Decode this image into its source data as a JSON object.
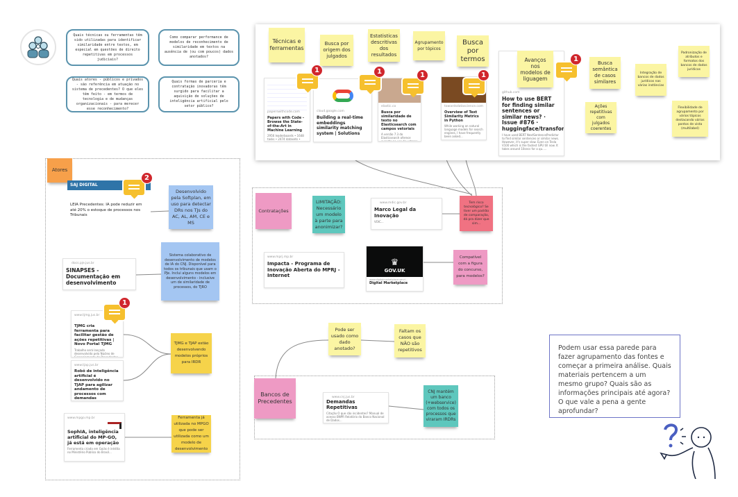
{
  "questions": [
    "Quais técnicas ou ferramentas têm sido utilizadas para identificar similaridade entre textos, em especial em questões de direito repetitivas em processos judiciais?",
    "Como comparar performance de modelos de reconhecimento de similaridade em textos na ausência de (ou com poucos) dados anotados?",
    "Quais atores - públicos e privados - são referência em atuação no sistema de precedentes? O que eles têm feito - em termos de tecnologia e de mudanças organizacionais - para merecer esse reconhecimento?",
    "Quais formas de parceria e contratação inovadoras têm surgido para facilitar a aquisição de soluções de inteligência artificial pelo setor público?"
  ],
  "top": {
    "stickies": [
      "Técnicas e ferramentas",
      "Busca por origem dos julgados",
      "Estatisticas descritivas dos resultados",
      "Agrupamento por tópicos",
      "Busca por termos",
      "Avanços nos modelos de liguagem",
      "Busca semântica de casos similares",
      "Ações repetitivas com julgados coerentes",
      "Integração de bancos de dados jurídicos nas várias instâncias",
      "Padronização de atributos e formatos dos bancos de dados jurídicos",
      "Flexibilidade de agrupamento por vários tópicos destacando vários pontos de vista (multilabel)"
    ],
    "cards": [
      {
        "domain": "paperswithcode.com",
        "title": "Papers with Code - Browse the State-of-the-Art in Machine Learning",
        "desc": "2956 leaderboards • 1648 tasks • 2474 datasets • 26368 papers with code."
      },
      {
        "domain": "cloud.google.com",
        "title": "Building a real-time embeddings similarity matching system | Solutions",
        "desc": ""
      },
      {
        "domain": "elastic.co",
        "title": "Busca por similaridade de texto no Elasticsearch com campos vetoriais",
        "desc": "A versão 7.3 do Elasticsearch oferece suporte ao uso de vetores no processo de pontuação..."
      },
      {
        "domain": "towardsdatascience.com",
        "title": "Overview of Text Similarity Metrics in Python",
        "desc": "While working on natural language models for search engines, I have frequently been asked..."
      },
      {
        "domain": "github.com",
        "title": "How to use BERT for finding similar sentences or similar news? · Issue #876 · huggingface/transformers",
        "desc": "I have used BERT NextSentencePredictor to find similar sentences or similar news. However, it's super slow. Even on Tesla V100 which is the fastest GPU till now. It takes around 10secs for a qu....."
      }
    ],
    "comment_counts": [
      "1",
      "1",
      "1",
      "1",
      "1"
    ]
  },
  "atores": {
    "label": "Atores",
    "saj": {
      "brand": "SAJ DIGITAL",
      "title": "LEIA Precedentes: IA pode reduzir em até 20% o estoque de processos nos Tribunais",
      "comments": "2"
    },
    "saj_note": "Desenvolvido pela Softplan, em uso para detectar DRs nos TJs do AC, AL, AM, CE e MS",
    "sinapses": {
      "domain": "docs.pje.jus.br",
      "title": "SINAPSES - Documentação em desenvolvimento"
    },
    "sinapses_note": "Sistema colaborativo de desenvolvimento de modelos de IA do CNJ. Disponível para todos os tribunais que usam o PJe. Inclui alguns modelos em desenvolvimento - inclusive um de similaridade de processos, do TJRO",
    "tjmg": {
      "domain": "www.tjmg.jus.br",
      "title": "TJMG cria ferramenta para facilitar gestão de ações repetitivas | Novo Portal TJMG",
      "desc": "Trabalho será lançado desenvolvido pelo Núcleo de Gerenciamento de Precedentes (Nugep)...",
      "comments": "1"
    },
    "tjap": {
      "domain": "www.tjap.jus.br",
      "title": "Robô de inteligência artificial é desenvolvido no TJAP para agilizar andamento de processos com demandas repetitivas"
    },
    "tj_note": "TJMG e TJAP estão desenvolvendo modelos próprios para IRDR",
    "sophia": {
      "domain": "www.mpgo.mp.br",
      "title": "SophIA, inteligência artificial do MP-GO, já está em operação",
      "desc": "Ferramenta criada em Goiás é inédita no Ministério Público do Brasil..."
    },
    "sophia_note": "Ferramenta já utilizada no MPGO que pode ser utilizada como um modelo de desenvolvimento"
  },
  "contratacoes": {
    "label": "Contratações",
    "limitacao": "LIMITAÇÃO: Necessário um modelo à parte para anonimizar?",
    "marco": {
      "domain": "www.mdic.gov.br",
      "title": "Marco Legal da Inovação",
      "desc": "VOIC..."
    },
    "risco": "Tem risco tecnológico? Se tiver um padrão de comparação, dá pra dizer que sim...",
    "impacta": {
      "domain": "www.mprj.mp.br",
      "title": "Impacta - Programa de Inovação Aberta do MPRJ - Internet"
    },
    "govuk": {
      "logo": "GOV.UK",
      "domain": "www.digitalmarketplace.servi...",
      "title": "Digital Marketplace"
    },
    "compativel": "Compatível com a figura do concurso, para modelos?"
  },
  "bancos": {
    "pode": "Pode ser usado como dado anotado?",
    "faltam": "Faltam os casos que NÃO são repetitivos",
    "label": "Bancos de Precedentes",
    "demandas": {
      "domain": "www.cnj.jus.br",
      "title": "Demandas Repetitivas",
      "desc": "Citação O que são incidentes? Manual de acesso BNPR Relatório do Banco Nacional de Dados..."
    },
    "cnj": "CNJ mantém um banco (+webservice) com todos os processos que viraram IRDRs"
  },
  "instruction": "Podem usar essa parede para fazer agrupamento das fontes e começar a primeira análise. Quais materiais pertencem a um mesmo grupo? Quais são as informações principais até agora? O que vale a pena a gente aprofundar?",
  "colors": {
    "question_border": "#5a93ad",
    "instruction_border": "#6b72c6",
    "badge": "#d0262c",
    "comment": "#f6c02e"
  }
}
